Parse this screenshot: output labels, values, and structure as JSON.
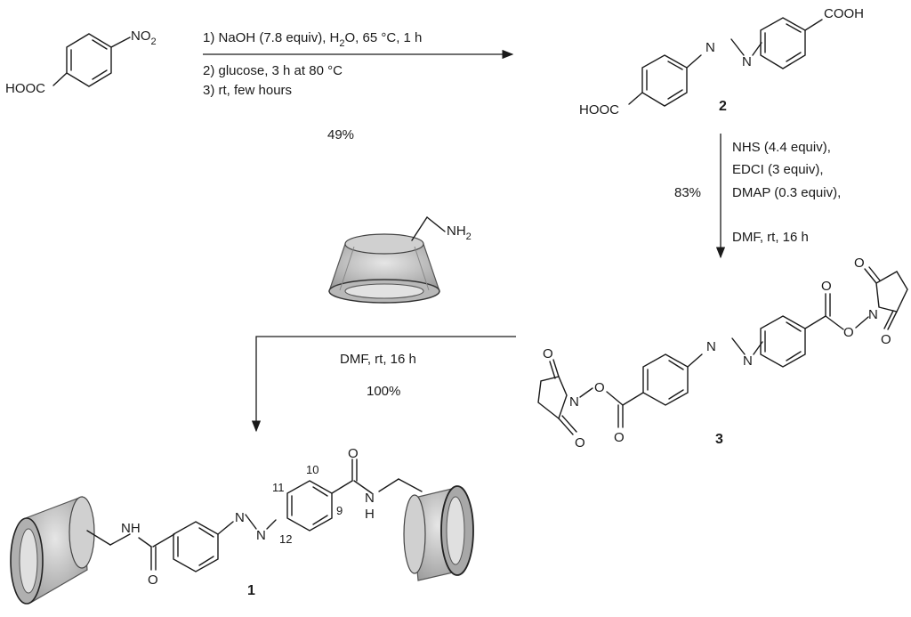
{
  "step1": {
    "conditions": [
      "1) NaOH (7.8 equiv), H2O, 65 °C, 1 h",
      "2) glucose, 3 h at 80 °C",
      "3) rt, few hours"
    ],
    "yield": "49%"
  },
  "step2": {
    "conditions": [
      "NHS (4.4 equiv),",
      "EDCI (3 equiv),",
      "DMAP (0.3 equiv),",
      "DMF, rt, 16 h"
    ],
    "yield": "83%"
  },
  "step3": {
    "conditions": [
      "DMF, rt, 16 h"
    ],
    "yield": "100%"
  },
  "labels": {
    "sm_acid": "HOOC",
    "sm_nitro": "NO",
    "sm_nitro_sub": "2",
    "c2_acid_top": "COOH",
    "c2_acid_bottom": "HOOC",
    "cd_amine": "NH",
    "cd_amine_sub": "2",
    "nitrogen": "N",
    "oxygen": "O",
    "nh": "NH",
    "h": "H",
    "n9": "9",
    "n10": "10",
    "n11": "11",
    "n12": "12"
  },
  "compounds": {
    "c1": "1",
    "c2": "2",
    "c3": "3"
  }
}
